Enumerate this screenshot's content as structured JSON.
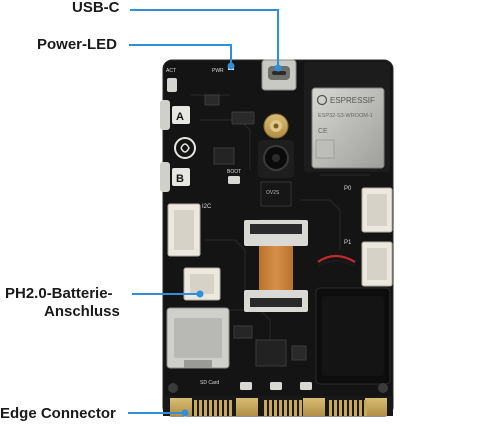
{
  "labels": {
    "usb_c": "USB-C",
    "power_led": "Power-LED",
    "battery_line1": "PH2.0-Batterie-",
    "battery_line2": "Anschluss",
    "edge_connector": "Edge Connector"
  },
  "board_text": {
    "espressif": "ESPRESSIF",
    "module": "ESP32-S3-WROOM-1",
    "ce": "CE",
    "button_a": "A",
    "button_b": "B",
    "i2c": "I2C",
    "p0": "P0",
    "p1": "P1",
    "pwr": "PWR",
    "act": "ACT",
    "boot": "BOOT",
    "sd_card": "SD Card"
  },
  "colors": {
    "callout_line": "#2f8fd8",
    "pcb": "#141414",
    "gold": "#c9a85c",
    "connector": "#e9e6de"
  }
}
